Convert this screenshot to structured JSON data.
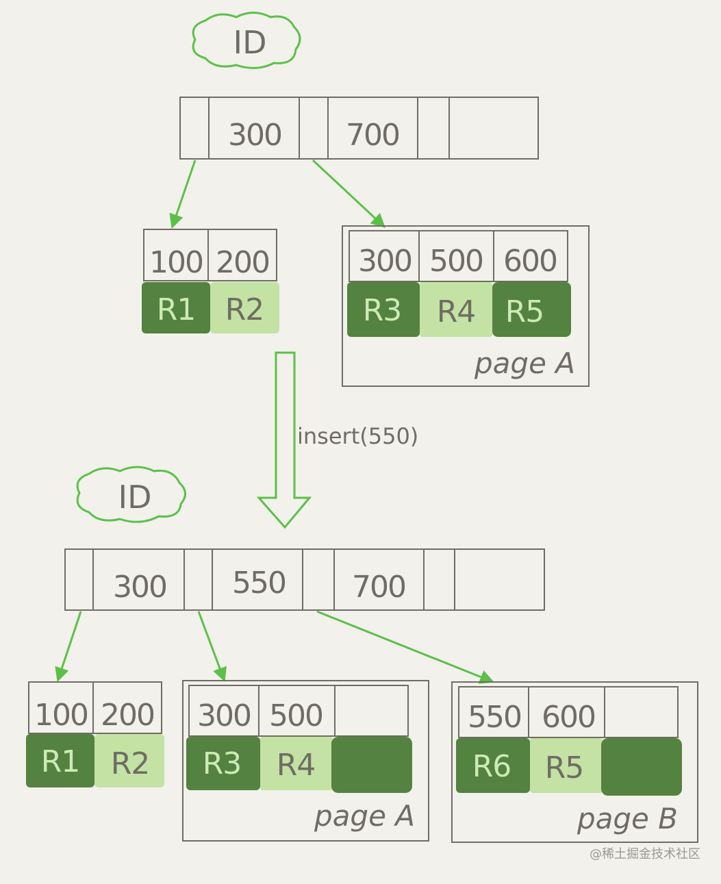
{
  "diagram": {
    "before": {
      "root_label": "ID",
      "root_keys": [
        "300",
        "700"
      ],
      "leaf_left": {
        "keys": [
          "100",
          "200"
        ],
        "rows": [
          "R1",
          "R2"
        ]
      },
      "leaf_right": {
        "keys": [
          "300",
          "500",
          "600"
        ],
        "rows": [
          "R3",
          "R4",
          "R5"
        ],
        "page_label": "page A"
      }
    },
    "operation": "insert(550)",
    "after": {
      "root_label": "ID",
      "root_keys": [
        "300",
        "550",
        "700"
      ],
      "leaf_left": {
        "keys": [
          "100",
          "200"
        ],
        "rows": [
          "R1",
          "R2"
        ]
      },
      "leaf_mid": {
        "keys": [
          "300",
          "500"
        ],
        "rows": [
          "R3",
          "R4"
        ],
        "page_label": "page A"
      },
      "leaf_right": {
        "keys": [
          "550",
          "600"
        ],
        "rows": [
          "R6",
          "R5"
        ],
        "page_label": "page B"
      }
    }
  },
  "watermark": "@稀土掘金技术社区",
  "colors": {
    "background": "#f2f1ec",
    "line": "#6f6d63",
    "arrow": "#5cc048",
    "row_dark": "#548240",
    "row_light": "#c3e2a4",
    "row_dark_text": "#cdeab6",
    "row_light_text": "#6f6d63"
  }
}
